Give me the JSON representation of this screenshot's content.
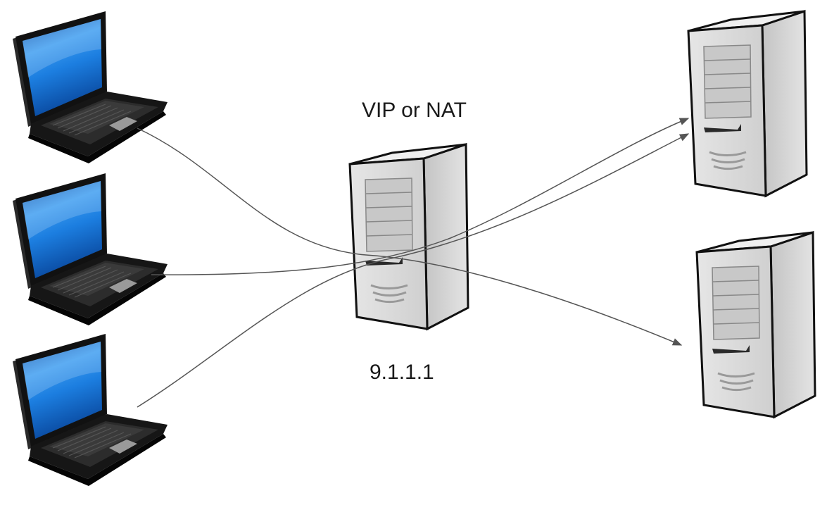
{
  "load_balancer": {
    "label": "VIP or NAT",
    "ip": "9.1.1.1"
  },
  "clients": [
    {
      "icon": "laptop-icon"
    },
    {
      "icon": "laptop-icon"
    },
    {
      "icon": "laptop-icon"
    }
  ],
  "backends": [
    {
      "icon": "server-icon"
    },
    {
      "icon": "server-icon"
    }
  ],
  "connections": [
    {
      "from": "client-1",
      "to": "backend-2"
    },
    {
      "from": "client-2",
      "to": "backend-1"
    },
    {
      "from": "client-3",
      "to": "backend-1"
    }
  ],
  "colors": {
    "screen": "#1e7be0",
    "laptop_body": "#1a1a1a",
    "server_front": "#d9d9d9",
    "server_side": "#b5b5b5",
    "line": "#555555"
  }
}
